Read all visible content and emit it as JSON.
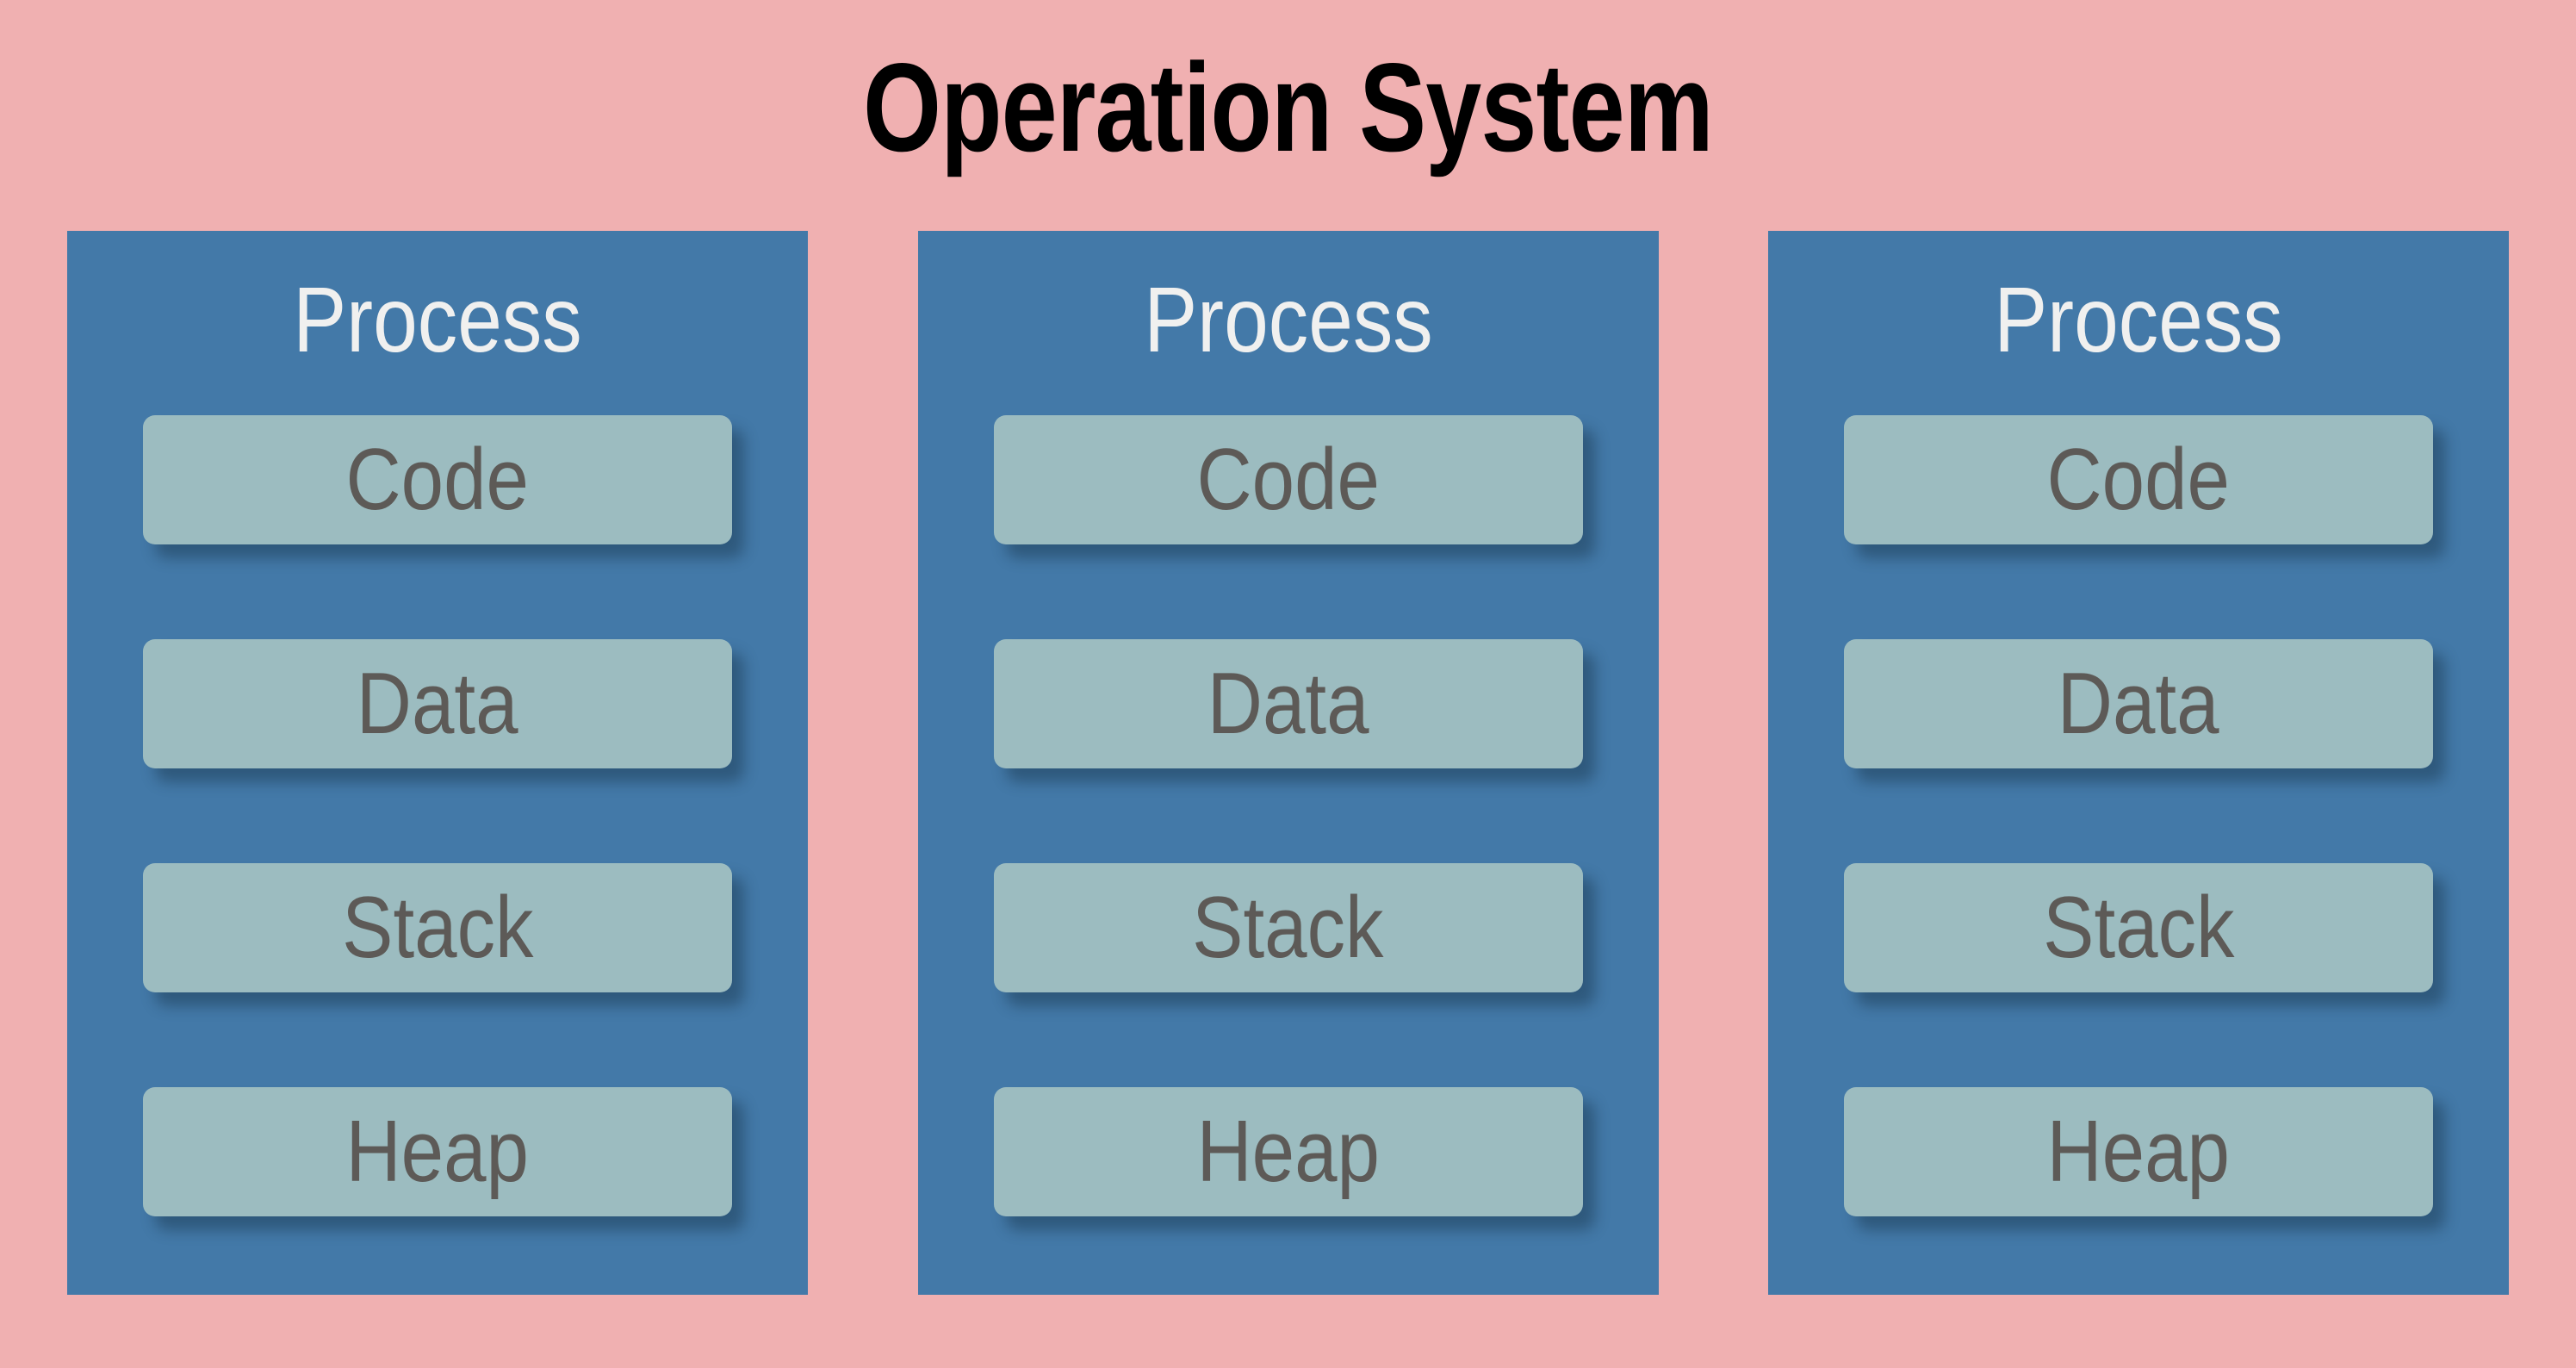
{
  "page": {
    "title": "Operation System",
    "background_color": "#f0b0b1"
  },
  "colors": {
    "background": "#f0b0b1",
    "panel": "#4379a8",
    "card": "#9cbcc0",
    "title_text": "#000000",
    "panel_heading_text": "#f0f0ef",
    "card_text": "#5d5a57",
    "card_shadow": "rgba(20,45,65,0.42)"
  },
  "processes": [
    {
      "heading": "Process",
      "segments": [
        {
          "label": "Code"
        },
        {
          "label": "Data"
        },
        {
          "label": "Stack"
        },
        {
          "label": "Heap"
        }
      ]
    },
    {
      "heading": "Process",
      "segments": [
        {
          "label": "Code"
        },
        {
          "label": "Data"
        },
        {
          "label": "Stack"
        },
        {
          "label": "Heap"
        }
      ]
    },
    {
      "heading": "Process",
      "segments": [
        {
          "label": "Code"
        },
        {
          "label": "Data"
        },
        {
          "label": "Stack"
        },
        {
          "label": "Heap"
        }
      ]
    }
  ]
}
